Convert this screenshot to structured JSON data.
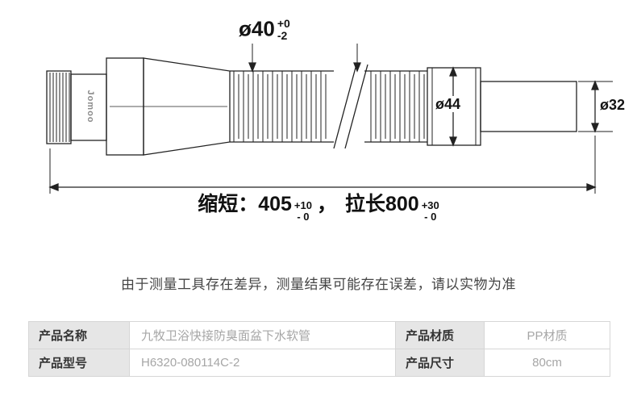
{
  "diagram": {
    "brand_text": "Jomoo",
    "dim_top": {
      "value": "ø40",
      "tol_top": "+0",
      "tol_bottom": "-2"
    },
    "dim_nut": "ø44",
    "dim_pipe": "ø32",
    "length_note": {
      "part1": "缩短：405",
      "tol1_top": "+10",
      "tol1_bottom": "- 0",
      "separator": "，",
      "part2": "拉长800",
      "tol2_top": "+30",
      "tol2_bottom": "- 0"
    }
  },
  "notice": "由于测量工具存在差异，测量结果可能存在误差，请以实物为准",
  "spec_table": {
    "rows": [
      {
        "label1": "产品名称",
        "value1": "九牧卫浴快接防臭面盆下水软管",
        "label2": "产品材质",
        "value2": "PP材质"
      },
      {
        "label1": "产品型号",
        "value1": "H6320-080114C-2",
        "label2": "产品尺寸",
        "value2": "80cm"
      }
    ]
  },
  "colors": {
    "line": "#222222",
    "table_border": "#d6d6d6",
    "label_bg": "#e6e6e6",
    "value_text": "#a6a6a6"
  }
}
